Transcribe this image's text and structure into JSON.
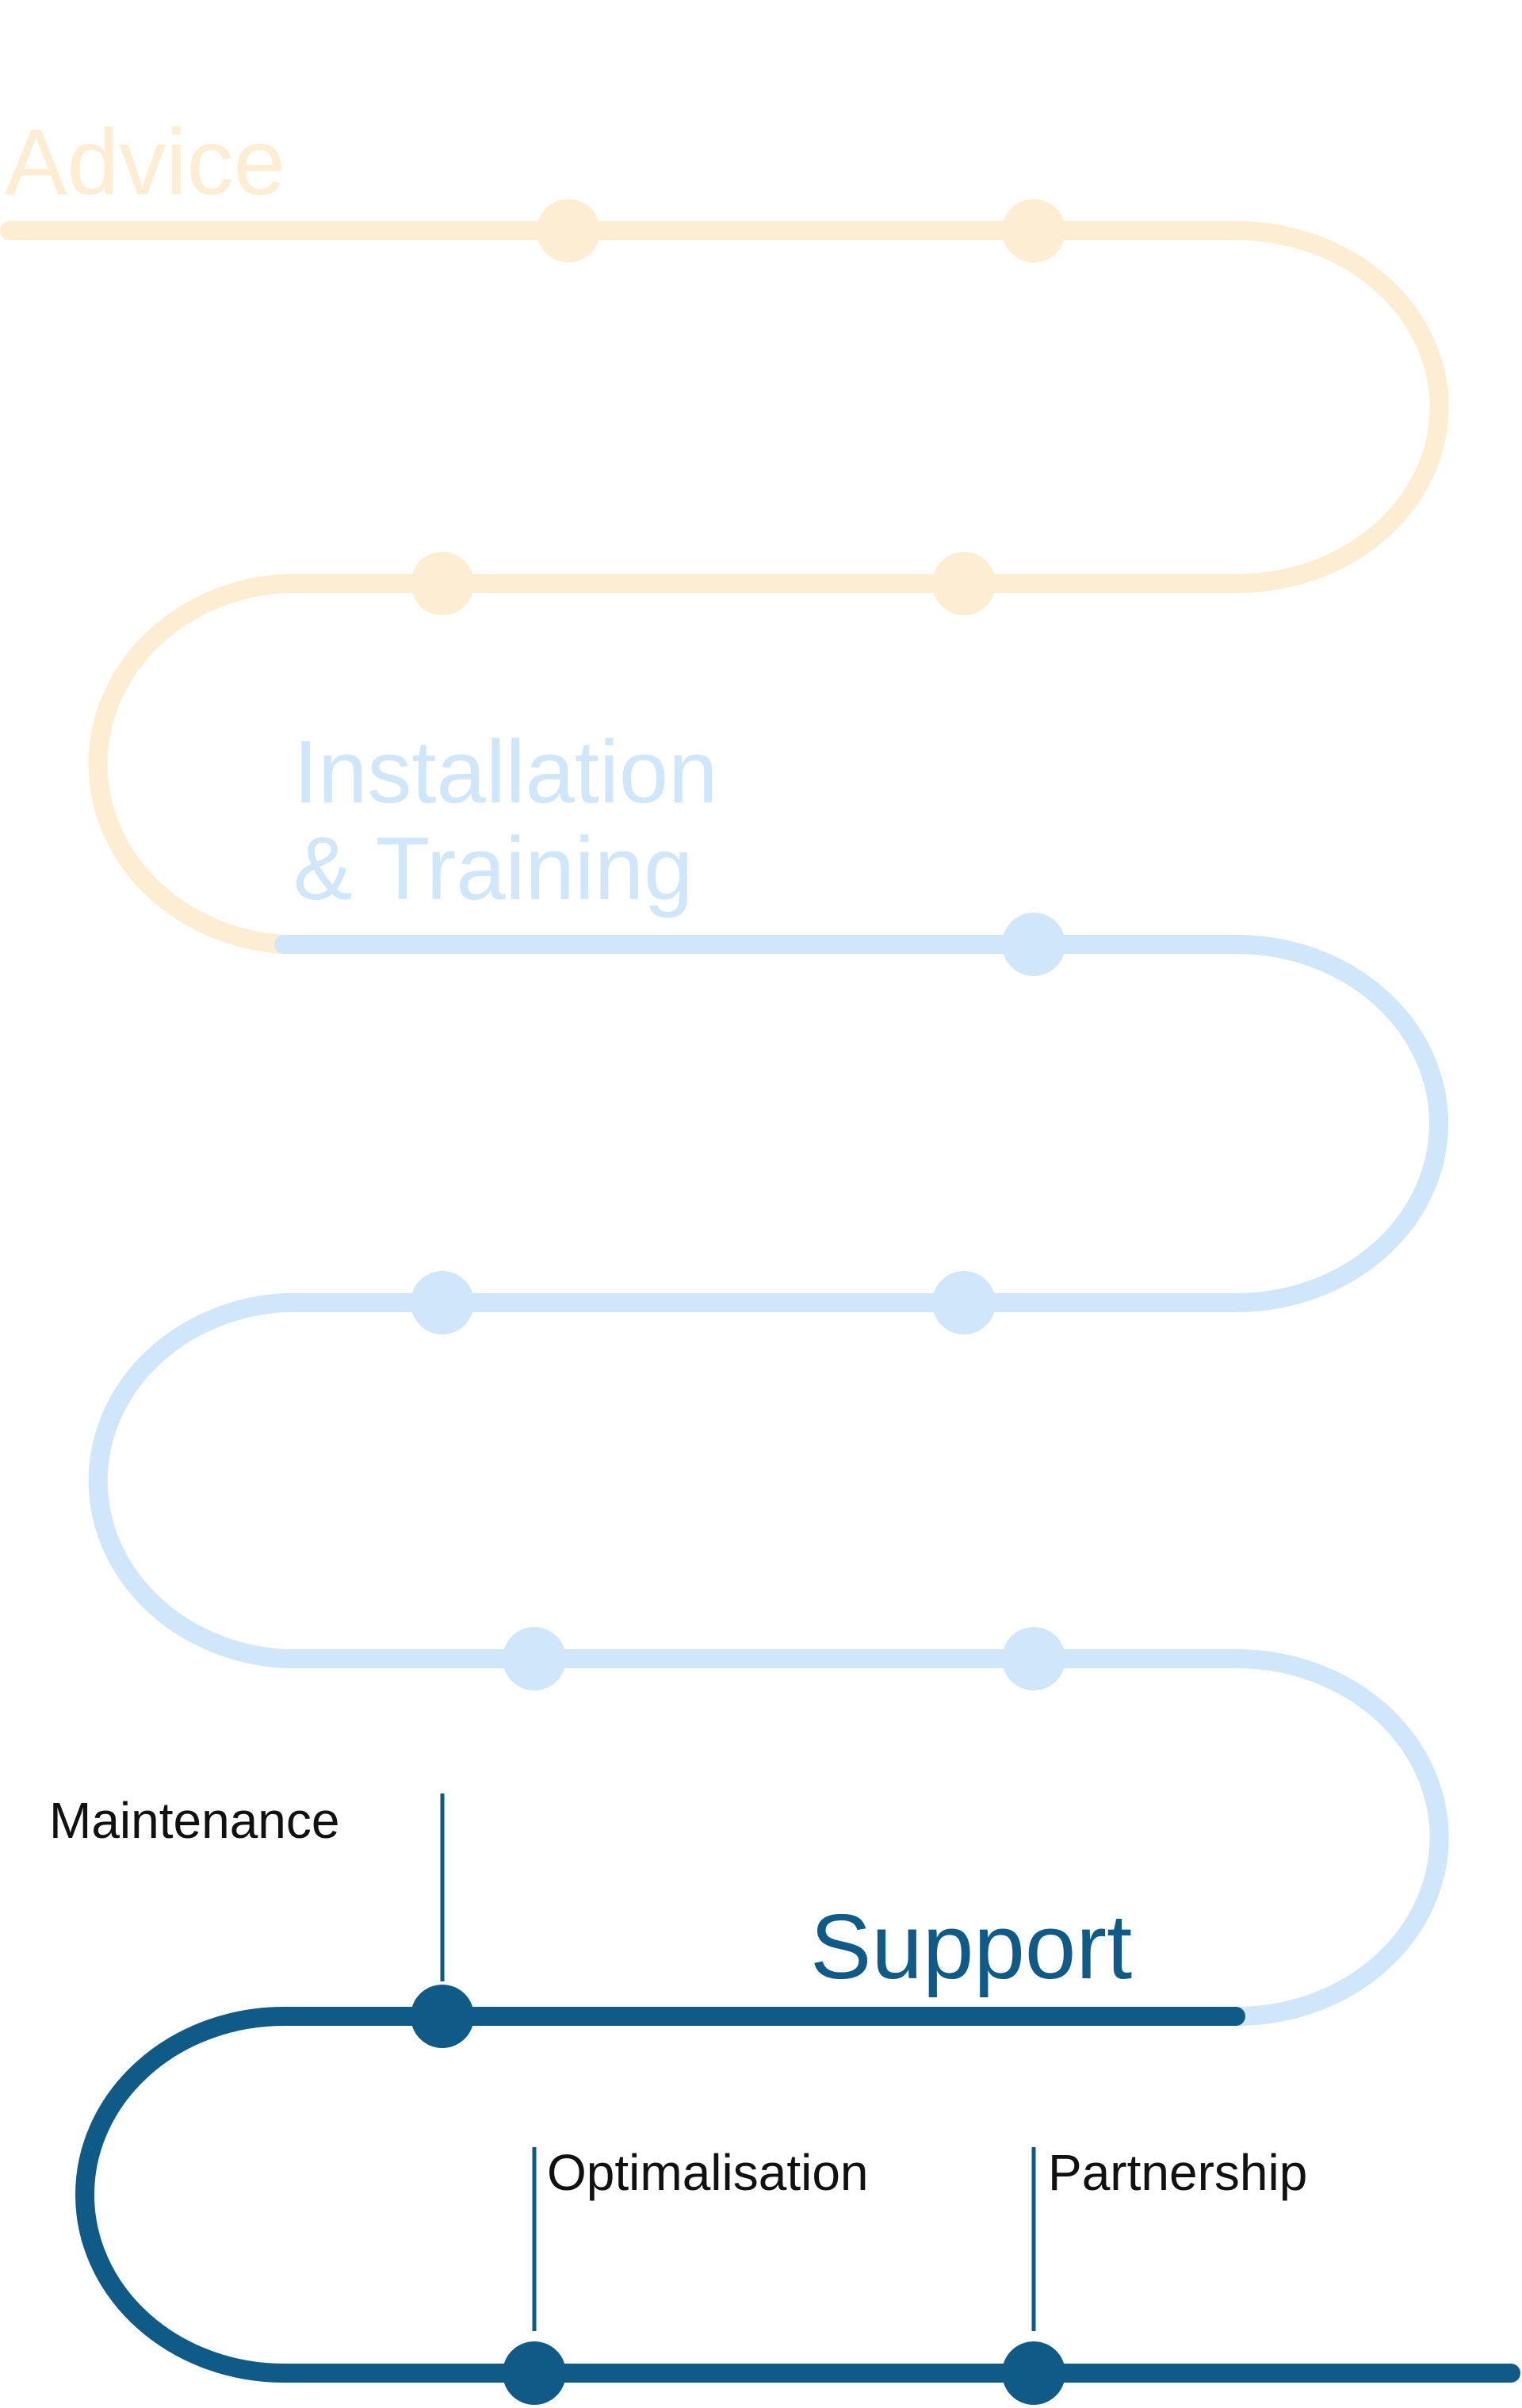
{
  "stages": [
    {
      "label": "Advice",
      "color": "#fdedd2"
    },
    {
      "label_line1": "Installation",
      "label_line2": "& Training",
      "color": "#cfe6fb"
    },
    {
      "label": "Support",
      "color": "#0f5a87"
    }
  ],
  "milestones": {
    "maintenance": "Maintenance",
    "optimalisation": "Optimalisation",
    "partnership": "Partnership"
  },
  "label_color": "#111111"
}
